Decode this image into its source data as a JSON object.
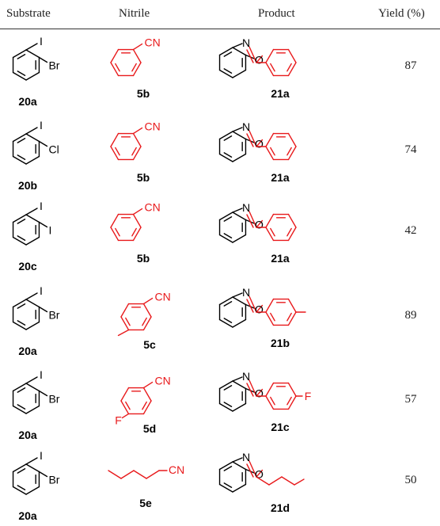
{
  "headers": {
    "substrate": "Substrate",
    "nitrile": "Nitrile",
    "product": "Product",
    "yield": "Yield (%)"
  },
  "colors": {
    "black_structures": "#000000",
    "red_structures": "#e8191b"
  },
  "rows": [
    {
      "substrate": {
        "label": "20a",
        "x1": "I",
        "x2": "Br"
      },
      "nitrile": {
        "label": "5b",
        "type": "phenyl",
        "cn": "CN"
      },
      "product": {
        "label": "21a",
        "type": "phenyl",
        "n": "N",
        "o": "O"
      },
      "yield": "87"
    },
    {
      "substrate": {
        "label": "20b",
        "x1": "I",
        "x2": "Cl"
      },
      "nitrile": {
        "label": "5b",
        "type": "phenyl",
        "cn": "CN"
      },
      "product": {
        "label": "21a",
        "type": "phenyl",
        "n": "N",
        "o": "O"
      },
      "yield": "74"
    },
    {
      "substrate": {
        "label": "20c",
        "x1": "I",
        "x2": "I"
      },
      "nitrile": {
        "label": "5b",
        "type": "phenyl",
        "cn": "CN"
      },
      "product": {
        "label": "21a",
        "type": "phenyl",
        "n": "N",
        "o": "O"
      },
      "yield": "42"
    },
    {
      "substrate": {
        "label": "20a",
        "x1": "I",
        "x2": "Br"
      },
      "nitrile": {
        "label": "5c",
        "type": "tolyl",
        "cn": "CN"
      },
      "product": {
        "label": "21b",
        "type": "tolyl",
        "n": "N",
        "o": "O"
      },
      "yield": "89"
    },
    {
      "substrate": {
        "label": "20a",
        "x1": "I",
        "x2": "Br"
      },
      "nitrile": {
        "label": "5d",
        "type": "fluoro",
        "cn": "CN",
        "f": "F"
      },
      "product": {
        "label": "21c",
        "type": "fluoro",
        "n": "N",
        "o": "O",
        "f": "F"
      },
      "yield": "57"
    },
    {
      "substrate": {
        "label": "20a",
        "x1": "I",
        "x2": "Br"
      },
      "nitrile": {
        "label": "5e",
        "type": "butyl",
        "cn": "CN"
      },
      "product": {
        "label": "21d",
        "type": "butyl",
        "n": "N",
        "o": "O"
      },
      "yield": "50"
    }
  ]
}
